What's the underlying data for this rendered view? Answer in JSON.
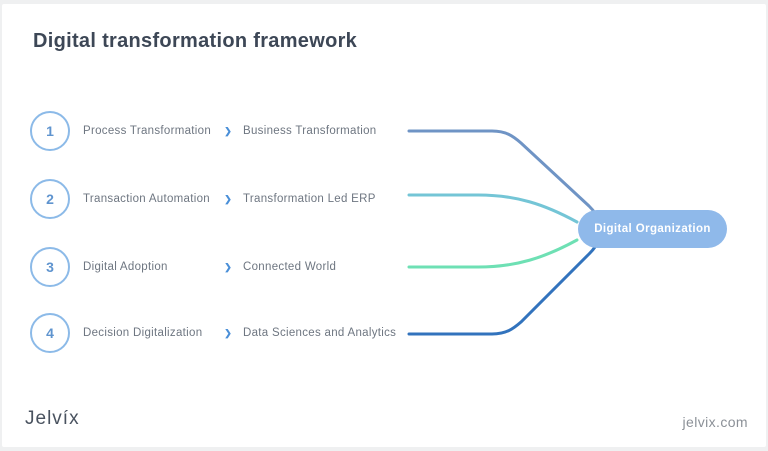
{
  "title": "Digital transformation framework",
  "chevron_icon": "❯",
  "rows": [
    {
      "number": "1",
      "label": "Process Transformation",
      "result": "Business Transformation",
      "line_color": "#6f94c5"
    },
    {
      "number": "2",
      "label": "Transaction Automation",
      "result": "Transformation Led ERP",
      "line_color": "#74c5d6"
    },
    {
      "number": "3",
      "label": "Digital Adoption",
      "result": "Connected World",
      "line_color": "#6ee0b4"
    },
    {
      "number": "4",
      "label": "Decision Digitalization",
      "result": "Data Sciences and Analytics",
      "line_color": "#3273bd"
    }
  ],
  "node": {
    "label": "Digital Organization",
    "fill": "#8fb9ea",
    "text_color": "#ffffff"
  },
  "footer": {
    "logo": "Jelvíx",
    "website": "jelvix.com"
  },
  "colors": {
    "title": "#3d4756",
    "step_text": "#6e7681",
    "circle_border": "#8cbae8",
    "circle_number": "#5f94cf",
    "chevron": "#4a8fd8",
    "frame_background": "#eff0f1",
    "slide_background": "#ffffff"
  }
}
